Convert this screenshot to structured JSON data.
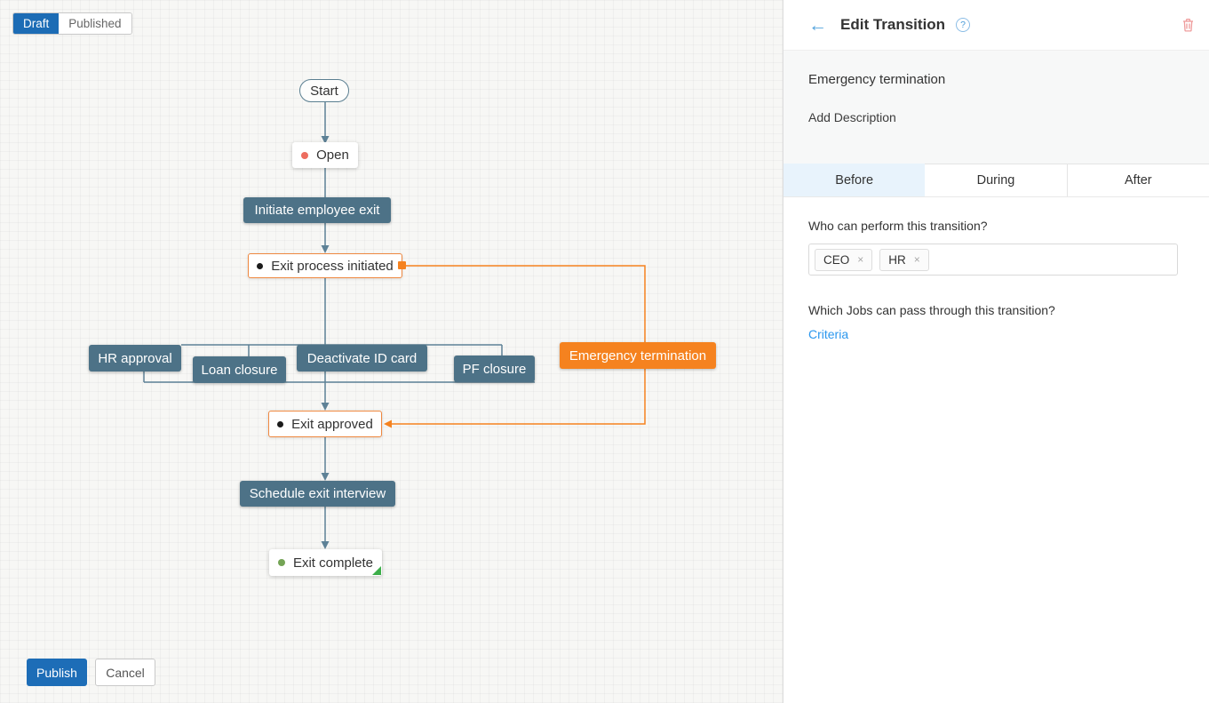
{
  "toggle": {
    "draft": "Draft",
    "published": "Published"
  },
  "workflow": {
    "nodes": {
      "start": "Start",
      "open": "Open",
      "initiate": "Initiate employee exit",
      "exit_process_initiated": "Exit process initiated",
      "hr_approval": "HR approval",
      "loan_closure": "Loan closure",
      "deactivate_id": "Deactivate ID card",
      "pf_closure": "PF closure",
      "emergency": "Emergency termination",
      "exit_approved": "Exit approved",
      "schedule": "Schedule exit interview",
      "exit_complete": "Exit complete"
    },
    "colors": {
      "slate_node": "#4d7287",
      "connector": "#5d8196",
      "orange": "#f5821f",
      "open_dot": "#ed6d5f",
      "complete_dot": "#74a455",
      "complete_flag": "#3cae49"
    }
  },
  "footer": {
    "publish": "Publish",
    "cancel": "Cancel"
  },
  "panel": {
    "title": "Edit Transition",
    "icons": {
      "back": "←",
      "help": "?",
      "remove": "×"
    },
    "transition_name": "Emergency termination",
    "add_description": "Add Description",
    "tabs": [
      "Before",
      "During",
      "After"
    ],
    "active_tab": "Before",
    "who_label": "Who can perform this transition?",
    "tags": [
      {
        "label": "CEO"
      },
      {
        "label": "HR"
      }
    ],
    "jobs_label": "Which Jobs can pass through this transition?",
    "criteria": "Criteria",
    "accent_blue": "#2b97ee",
    "active_tab_bg": "#e8f3fc"
  }
}
